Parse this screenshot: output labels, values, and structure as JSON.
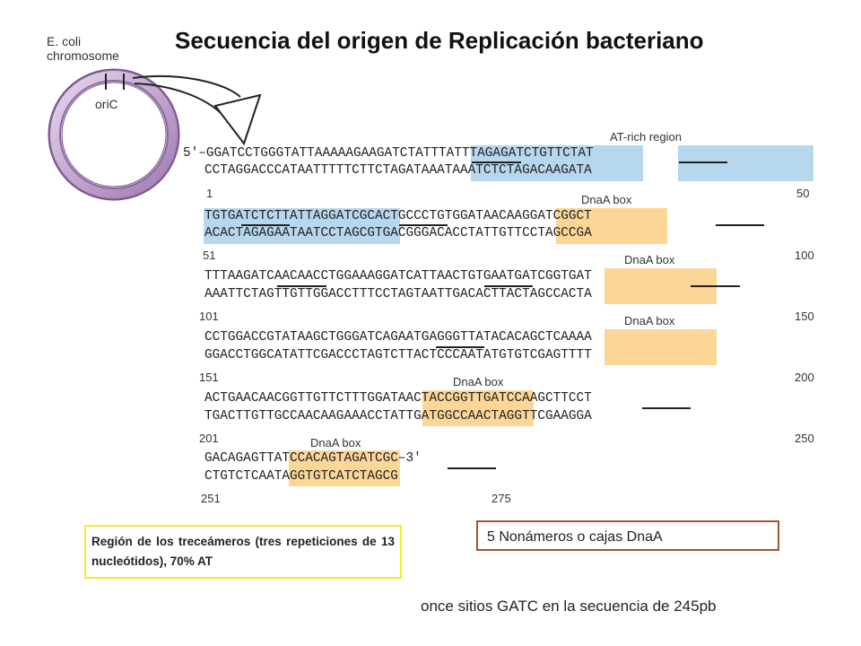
{
  "title": "Secuencia del origen de Replicación bacteriano",
  "chromosome_label": "E. coli chromosome",
  "oric_label": "oriC",
  "at_rich_label": "AT-rich region",
  "dnaa_label": "DnaA box",
  "rows": [
    {
      "top": "5′–GGATCCTGGGTATTAAAAAGAAGATCTATTTATTTAGAGATCTGTTCTAT",
      "bottom": "CCTAGGACCCATAATTTTTCTTCTAGATAAATAAATCTCTAGACAAGATA",
      "start": "1",
      "end": "50"
    },
    {
      "top": "TGTGATCTCTTATTAGGATCGCACTGCCCTGTGGATAACAAGGATCGGCT",
      "bottom": "ACACTAGAGAATAATCCTAGCGTGACGGGACACCTATTGTTCCTAGCCGA",
      "start": "51",
      "end": "100"
    },
    {
      "top": "TTTAAGATCAACAACCTGGAAAGGATCATTAACTGTGAATGATCGGTGAT",
      "bottom": "AAATTCTAGTTGTTGGACCTTTCCTAGTAATTGACACTTACTAGCCACTA",
      "start": "101",
      "end": "150"
    },
    {
      "top": "CCTGGACCGTATAAGCTGGGATCAGAATGAGGGTTATACACAGCTCAAAA",
      "bottom": "GGACCTGGCATATTCGACCCTAGTCTTACTCCCAATATGTGTCGAGTTTT",
      "start": "151",
      "end": "200"
    },
    {
      "top": "ACTGAACAACGGTTGTTCTTTGGATAACTACCGGTTGATCCAAGCTTCCT",
      "bottom": "TGACTTGTTGCCAACAAGAAACCTATTGATGGCCAACTAGGTTCGAAGGA",
      "start": "201",
      "end": "250"
    },
    {
      "top": "GACAGAGTTATCCACAGTAGATCGC–3′",
      "bottom": "CTGTCTCAATAGGTGTCATCTAGCG",
      "start": "251",
      "end": "275"
    }
  ],
  "note_tridecamers": "Región de los treceámeros (tres repeticiones de 13 nucleótidos), 70% AT",
  "note_nonamers": "5 Nonámeros o cajas DnaA",
  "note_gatc": "once sitios GATC en la secuencia de 245pb"
}
